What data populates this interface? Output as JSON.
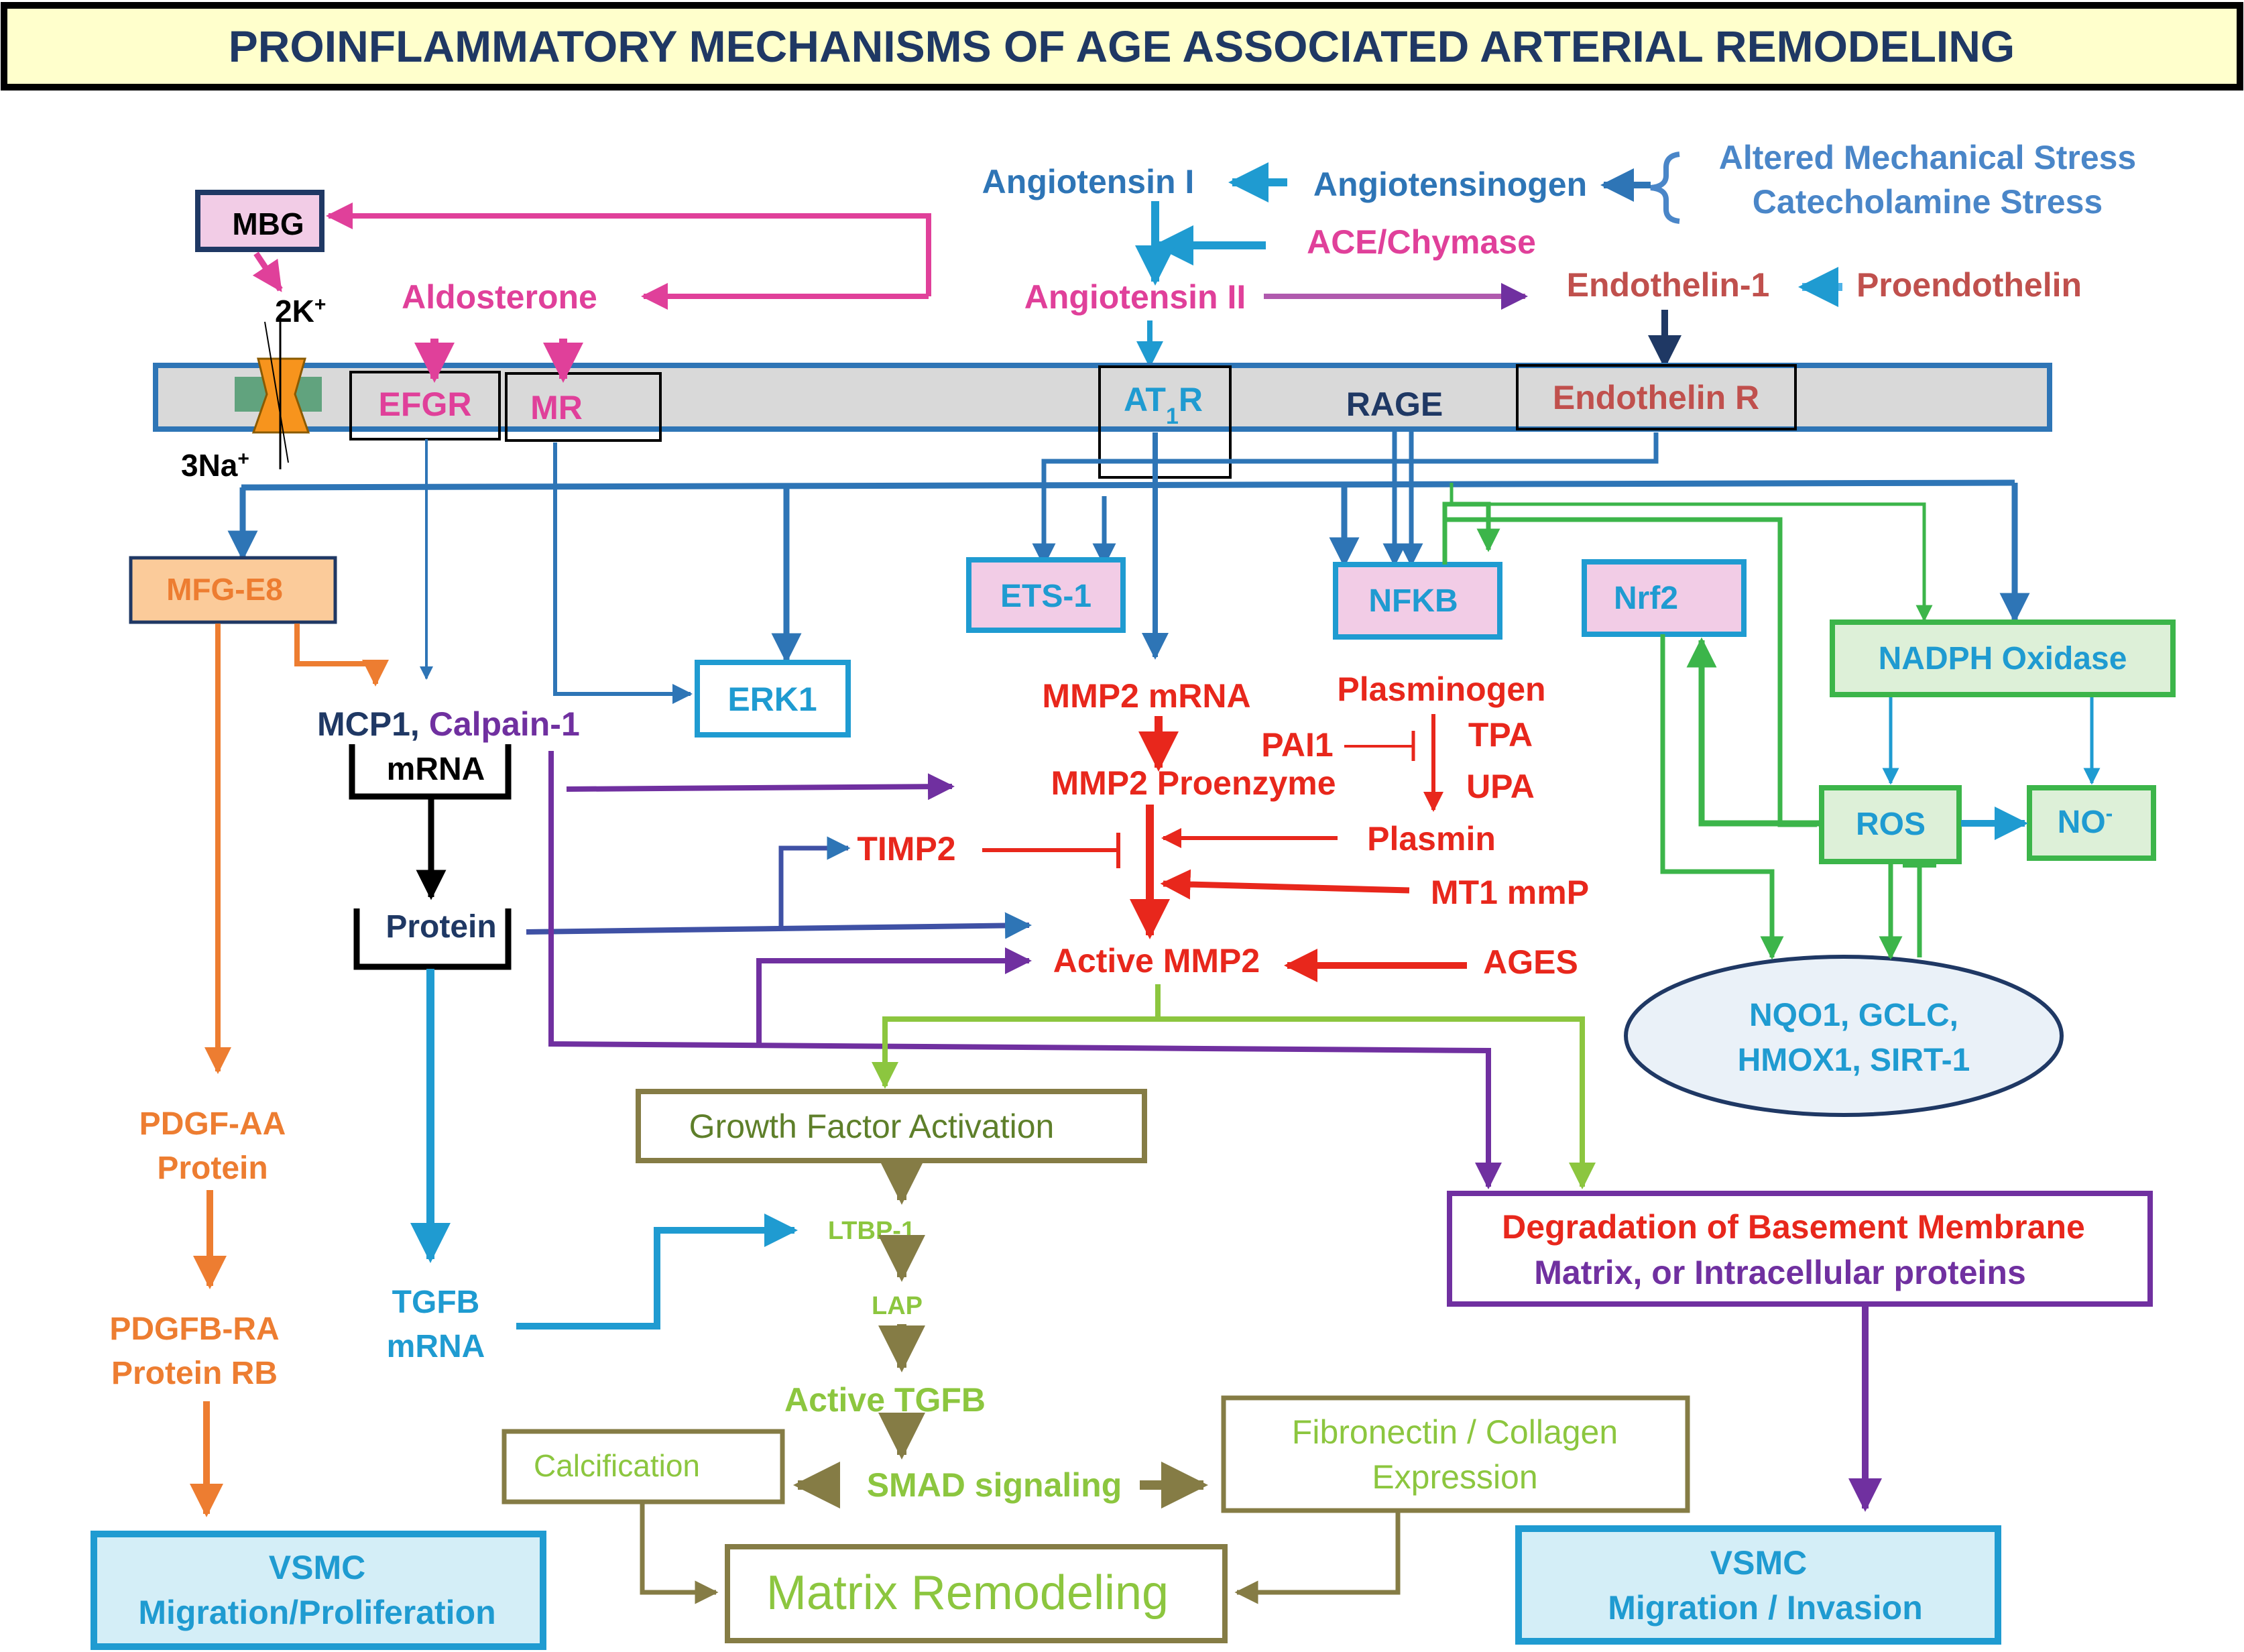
{
  "title": "PROINFLAMMATORY MECHANISMS OF AGE ASSOCIATED ARTERIAL REMODELING",
  "colors": {
    "title_bg": "#FFFFCC",
    "navy": "#1F3864",
    "blue": "#2E75B6",
    "cyan": "#1F9BD1",
    "magenta": "#E0409A",
    "purple": "#7030A0",
    "red": "#E8271C",
    "orange": "#ED7D31",
    "green": "#3CB54A",
    "olive": "#857C45",
    "lightgreen": "#8CC63F",
    "membrane": "#D9D9D9",
    "pink_fill": "#F2CCE6",
    "orange_fill": "#FBCB9A",
    "green_fill": "#DDF0D8",
    "vsmc_fill": "#D4EEF7"
  },
  "stress": {
    "line1": "Altered Mechanical Stress",
    "line2": "Catecholamine Stress"
  },
  "ras": {
    "angiotensin_i": "Angiotensin I",
    "angiotensinogen": "Angiotensinogen",
    "ace_chymase": "ACE/Chymase",
    "angiotensin_ii": "Angiotensin II",
    "aldosterone": "Aldosterone",
    "endothelin_1": "Endothelin-1",
    "proendothelin": "Proendothelin",
    "mbg": "MBG"
  },
  "pump": {
    "k": "2K",
    "k_sup": "+",
    "na": "3Na",
    "na_sup": "+"
  },
  "membrane": {
    "efgr": "EFGR",
    "mr": "MR",
    "at1r_pre": "AT",
    "at1r_sub": "1",
    "at1r_post": "R",
    "rage": "RAGE",
    "endothelin_r": "Endothelin R"
  },
  "nodes": {
    "mfg_e8": "MFG-E8",
    "erk1": "ERK1",
    "ets1": "ETS-1",
    "nfkb": "NFKB",
    "nrf2": "Nrf2",
    "nadph": "NADPH Oxidase",
    "ros": "ROS",
    "no": "NO",
    "no_sup": "-",
    "nqo1_line1": "NQO1, GCLC,",
    "nqo1_line2": "HMOX1, SIRT-1",
    "mcp1": "MCP1,",
    "calpain": " Calpain-1",
    "mrna": "mRNA",
    "protein": "Protein",
    "pdgf_aa_1": "PDGF-AA",
    "pdgf_aa_2": "Protein",
    "pdgfb_1": "PDGFB-RA",
    "pdgfb_2": "Protein RB",
    "tgfb_1": "TGFB",
    "tgfb_2": "mRNA",
    "vsmc_left_1": "VSMC",
    "vsmc_left_2": "Migration/Proliferation"
  },
  "mmp": {
    "mmp2_mrna": "MMP2 mRNA",
    "plasminogen": "Plasminogen",
    "pai1": "PAI1",
    "tpa": "TPA",
    "upa": "UPA",
    "proenzyme": "MMP2  Proenzyme",
    "plasmin": "Plasmin",
    "timp2": "TIMP2",
    "mt1": "MT1 mmP",
    "active_mmp2": "Active MMP2",
    "ages": "AGES"
  },
  "matrix": {
    "growth_factor": "Growth Factor  Activation",
    "ltbp1": "LTBP-1",
    "lap": "LAP",
    "active_tgfb": "Active TGFB",
    "smad": "SMAD signaling",
    "calcification": "Calcification",
    "fibronectin_1": "Fibronectin / Collagen",
    "fibronectin_2": "Expression",
    "matrix_remodeling": "Matrix Remodeling",
    "degradation_1": "Degradation of Basement Membrane",
    "degradation_2": "Matrix, or Intracellular  proteins",
    "vsmc_right_1": "VSMC",
    "vsmc_right_2": "Migration / Invasion"
  }
}
